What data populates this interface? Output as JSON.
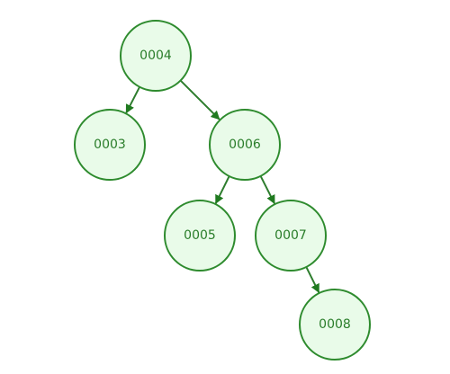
{
  "diagram": {
    "type": "binary-tree",
    "colors": {
      "node_fill": "#e9fbe9",
      "node_stroke": "#2e8b2e",
      "label": "#2a7d2a",
      "edge": "#2e7d2e",
      "arrow": "#1f7a1f"
    },
    "nodes": [
      {
        "id": "n4",
        "label": "0004"
      },
      {
        "id": "n3",
        "label": "0003"
      },
      {
        "id": "n6",
        "label": "0006"
      },
      {
        "id": "n5",
        "label": "0005"
      },
      {
        "id": "n7",
        "label": "0007"
      },
      {
        "id": "n8",
        "label": "0008"
      }
    ],
    "edges": [
      {
        "from": "n4",
        "to": "n3"
      },
      {
        "from": "n4",
        "to": "n6"
      },
      {
        "from": "n6",
        "to": "n5"
      },
      {
        "from": "n6",
        "to": "n7"
      },
      {
        "from": "n7",
        "to": "n8"
      }
    ]
  }
}
